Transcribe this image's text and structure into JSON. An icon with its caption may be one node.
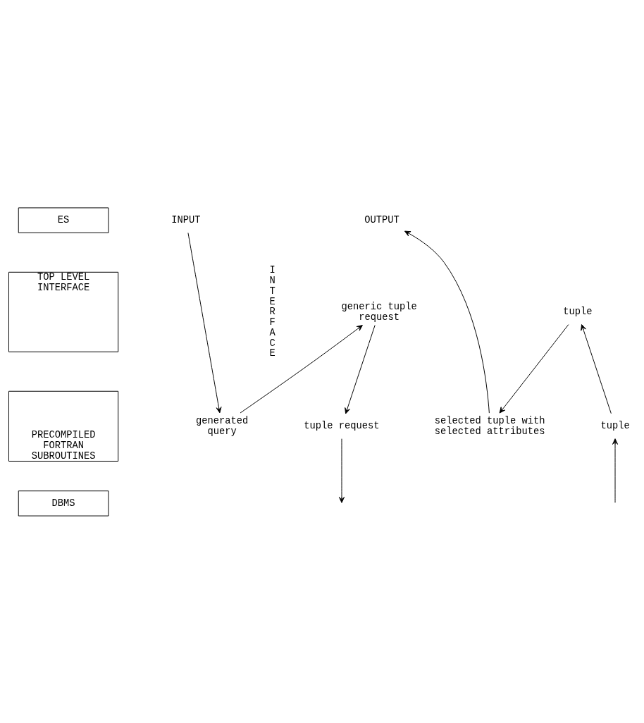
{
  "diagram": {
    "nodes": [
      {
        "text": [
          "ES"
        ]
      },
      {
        "text": [
          "INPUT"
        ]
      },
      {
        "text": [
          "OUTPUT"
        ]
      },
      {
        "text": [
          "generated query"
        ]
      },
      {
        "text": [
          "selected tuple with selected attributes"
        ]
      },
      {
        "text": [
          "TOP LEVEL INTERFACE"
        ]
      },
      {
        "text": [
          "generic tuple request"
        ]
      },
      {
        "text": [
          "tuple"
        ]
      },
      {
        "text": [
          "PRECOMPILED FORTRAN SUBROUTINES"
        ]
      },
      {
        "text": [
          "tuple request"
        ]
      },
      {
        "text": [
          "tuple"
        ]
      },
      {
        "text": [
          "DBMS"
        ]
      }
    ],
    "edges": [
      {
        "from": 1,
        "to": 3,
        "arrow": "to"
      },
      {
        "from": 3,
        "to": 6,
        "arrow": "to"
      },
      {
        "from": 6,
        "to": 9,
        "arrow": "to"
      },
      {
        "from": 9,
        "to": null,
        "arrow": "to"
      },
      {
        "from": null,
        "to": 10,
        "arrow": "to"
      },
      {
        "from": 10,
        "to": 7,
        "arrow": "to"
      },
      {
        "from": 7,
        "to": 4,
        "arrow": "to"
      },
      {
        "from": 4,
        "to": 2,
        "arrow": "to"
      }
    ],
    "labels": [
      "INTERFACE"
    ]
  }
}
